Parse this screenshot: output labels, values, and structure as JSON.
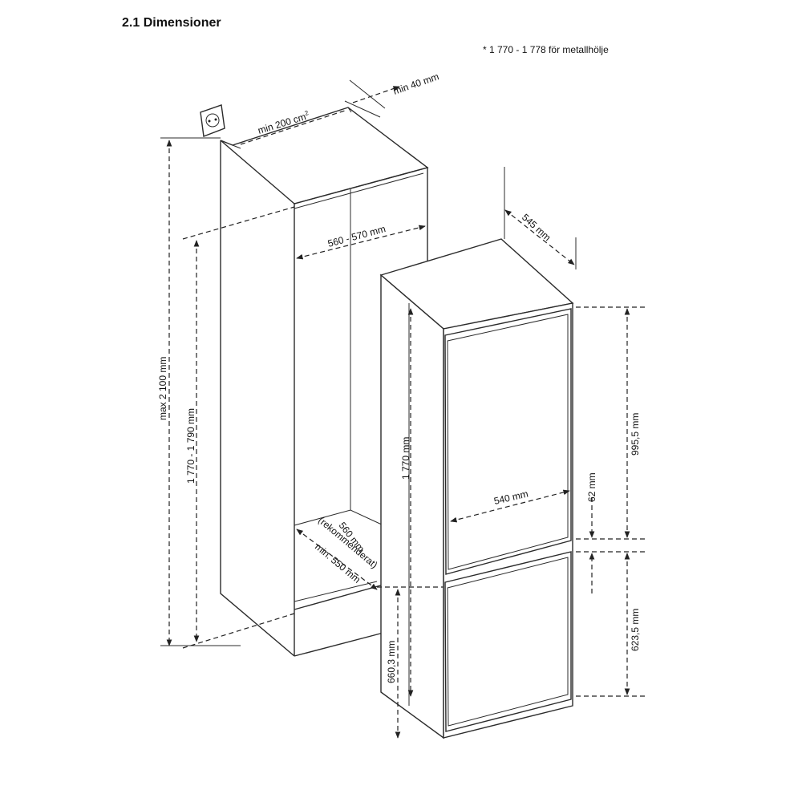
{
  "heading": "2.1 Dimensioner",
  "footnote": "* 1 770 - 1 778 för metallhölje",
  "dimensions": {
    "min_40": "min 40 mm",
    "vent_area": "min 200 cm",
    "vent_area_sup": "2",
    "max_height": "max 2 100 mm",
    "niche_height": "1 770 - 1 790 mm",
    "niche_width": "560 - 570 mm",
    "niche_depth_1": "560 mm",
    "niche_depth_2": "(rekommenderat)",
    "niche_depth_3": "min. 550 mm",
    "depth": "545 mm",
    "appliance_height": "1 770 mm",
    "upper_door": "995,5 mm",
    "door_width": "540 mm",
    "gap": "62 mm",
    "lower_door": "623,5 mm",
    "lower_height": "660,3 mm"
  },
  "icons": [
    "power-socket-icon"
  ]
}
